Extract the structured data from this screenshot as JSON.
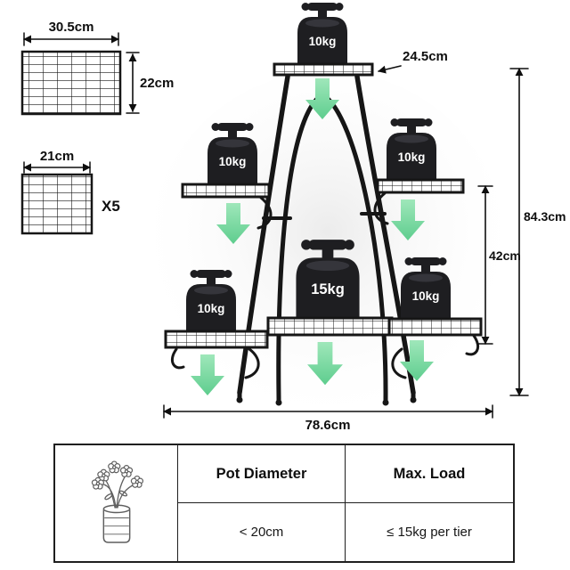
{
  "shelf_large": {
    "width_label": "30.5cm",
    "height_label": "22cm"
  },
  "shelf_small": {
    "width_label": "21cm",
    "count_label": "X5"
  },
  "stand": {
    "top_depth_label": "24.5cm",
    "total_height_label": "84.3cm",
    "tier_height_label": "42cm",
    "total_width_label": "78.6cm",
    "weights": {
      "top": "10kg",
      "mid_left": "10kg",
      "mid_right": "10kg",
      "bottom_left": "10kg",
      "bottom_center": "15kg",
      "bottom_right": "10kg"
    }
  },
  "table": {
    "pot_header": "Pot Diameter",
    "load_header": "Max. Load",
    "pot_value": "< 20cm",
    "load_value": "≤ 15kg per tier"
  },
  "colors": {
    "stand_black": "#161616",
    "arrow_green": "#7fd9a0",
    "weight_dark": "#1e1e21"
  }
}
